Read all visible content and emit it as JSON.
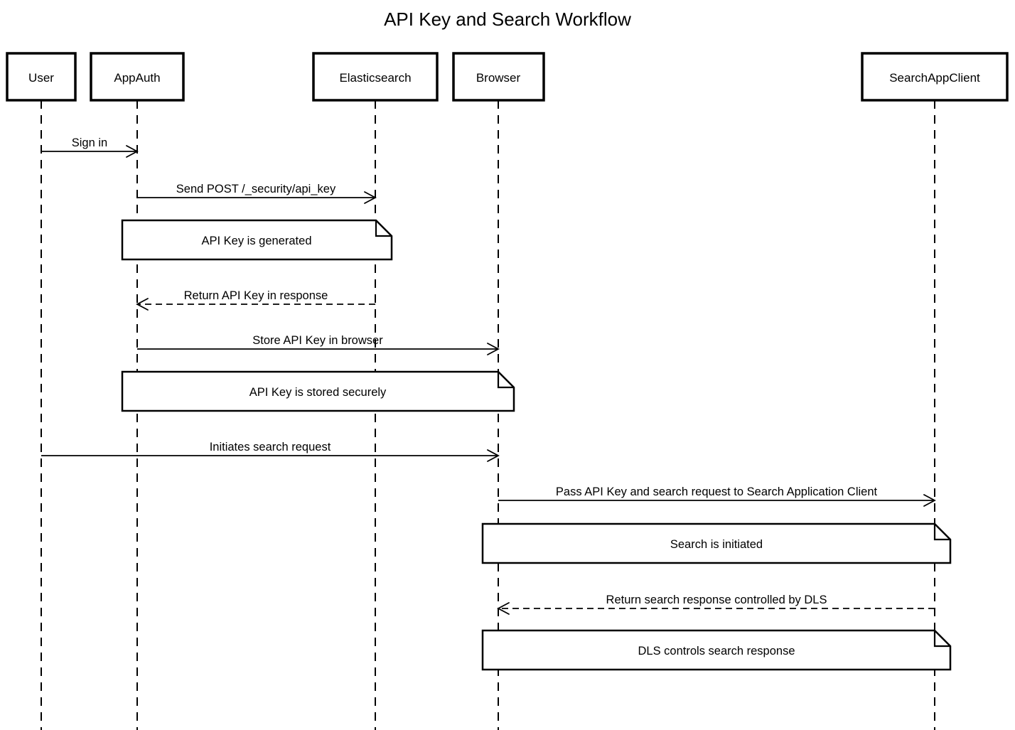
{
  "title": "API Key and Search Workflow",
  "participants": [
    {
      "name": "User"
    },
    {
      "name": "AppAuth"
    },
    {
      "name": "Elasticsearch"
    },
    {
      "name": "Browser"
    },
    {
      "name": "SearchAppClient"
    }
  ],
  "messages": [
    {
      "label": "Sign in",
      "from": "User",
      "to": "AppAuth",
      "line": "solid"
    },
    {
      "label": "Send POST /_security/api_key",
      "from": "AppAuth",
      "to": "Elasticsearch",
      "line": "solid"
    },
    {
      "label": "Return API Key in response",
      "from": "Elasticsearch",
      "to": "AppAuth",
      "line": "dashed"
    },
    {
      "label": "Store API Key in browser",
      "from": "AppAuth",
      "to": "Browser",
      "line": "solid"
    },
    {
      "label": "Initiates search request",
      "from": "User",
      "to": "Browser",
      "line": "solid"
    },
    {
      "label": "Pass API Key and search request to Search Application Client",
      "from": "Browser",
      "to": "SearchAppClient",
      "line": "solid"
    },
    {
      "label": "Return search response controlled by DLS",
      "from": "SearchAppClient",
      "to": "Browser",
      "line": "dashed"
    }
  ],
  "notes": [
    {
      "text": "API Key is generated",
      "over": "AppAuth, Elasticsearch"
    },
    {
      "text": "API Key is stored securely",
      "over": "AppAuth, Browser"
    },
    {
      "text": "Search is initiated",
      "over": "Browser, SearchAppClient"
    },
    {
      "text": "DLS controls search response",
      "over": "Browser, SearchAppClient"
    }
  ],
  "colors": {
    "ink": "#000000",
    "paper": "#ffffff"
  }
}
